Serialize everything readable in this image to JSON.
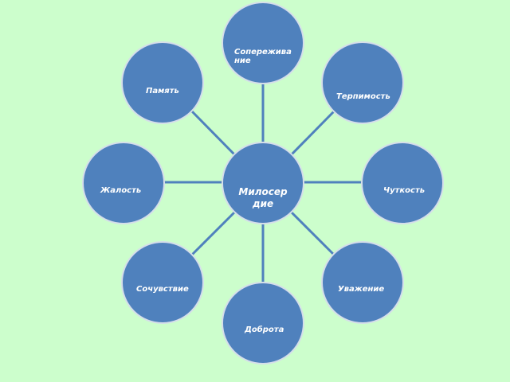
{
  "diagram": {
    "center": {
      "line1": "Милосер",
      "line2": "дие"
    },
    "nodes": {
      "sopere": {
        "line1": "Сопережива",
        "line2": "ние"
      },
      "pamyat": "Память",
      "terpimost": "Терпимость",
      "zhalost": "Жалость",
      "chutkost": "Чуткость",
      "sochuvstvie": "Сочувствие",
      "uvazhenie": "Уважение",
      "dobrota": "Доброта"
    }
  },
  "colors": {
    "background": "#ccfecc",
    "node_fill": "#4f81bd",
    "node_border": "#d5deea",
    "connector": "#4f81bd"
  }
}
